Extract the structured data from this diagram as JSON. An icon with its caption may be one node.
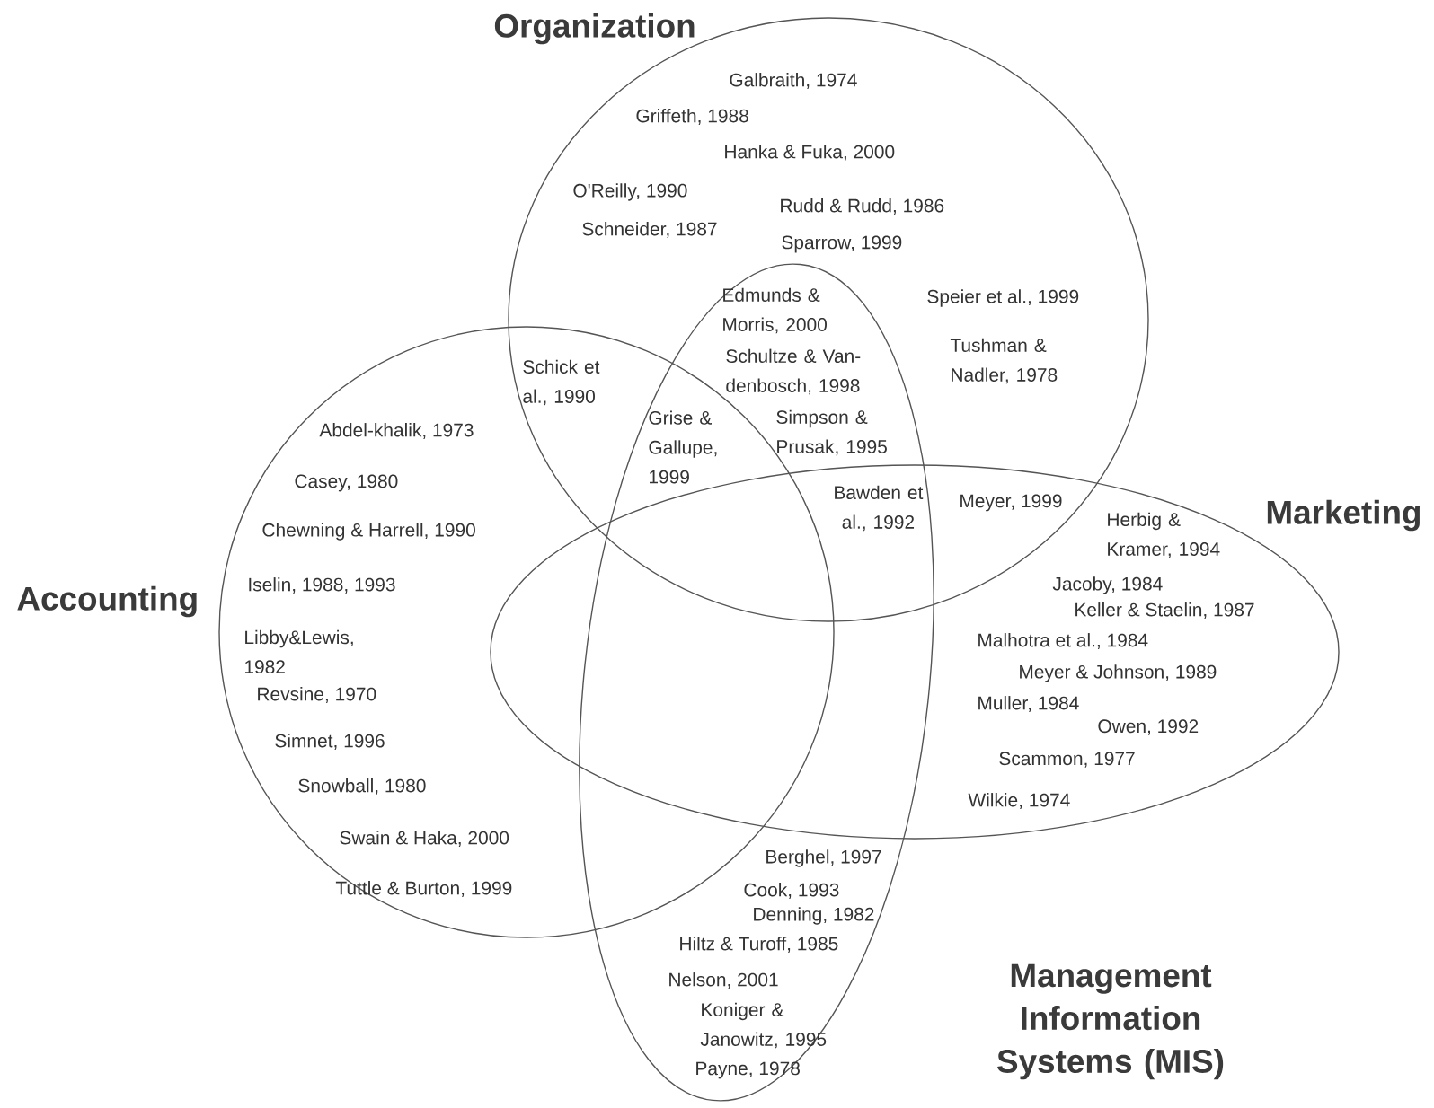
{
  "diagram": {
    "nodes": [
      {
        "text": [
          "Organization"
        ]
      },
      {
        "text": [
          "Accounting"
        ]
      },
      {
        "text": [
          "Marketing"
        ]
      },
      {
        "text": [
          "Management Information Systems (MIS)"
        ]
      }
    ],
    "labels": [
      "Galbraith, 1974",
      "Griffeth, 1988",
      "Hanka & Fuka, 2000",
      "O'Reilly, 1990",
      "Rudd & Rudd, 1986",
      "Schneider, 1987",
      "Sparrow, 1999",
      "Edmunds & Morris, 2000",
      "Speier et al., 1999",
      "Schultze & Van-denbosch, 1998",
      "Tushman & Nadler, 1978",
      "Schick et al., 1990",
      "Grise & Gallupe, 1999",
      "Simpson & Prusak, 1995",
      "Abdel-khalik, 1973",
      "Casey, 1980",
      "Bawden et al., 1992",
      "Meyer, 1999",
      "Herbig & Kramer, 1994",
      "Chewning & Harrell, 1990",
      "Iselin, 1988, 1993",
      "Jacoby, 1984",
      "Keller & Staelin, 1987",
      "Libby&Lewis, 1982",
      "Malhotra et al., 1984",
      "Revsine, 1970",
      "Meyer & Johnson, 1989",
      "Muller, 1984",
      "Owen, 1992",
      "Simnet, 1996",
      "Scammon, 1977",
      "Snowball, 1980",
      "Wilkie, 1974",
      "Swain & Haka, 2000",
      "Berghel, 1997",
      "Cook, 1993",
      "Tuttle & Burton, 1999",
      "Denning, 1982",
      "Hiltz & Turoff, 1985",
      "Nelson, 2001",
      "Koniger & Janowitz, 1995",
      "Payne, 1978"
    ]
  }
}
